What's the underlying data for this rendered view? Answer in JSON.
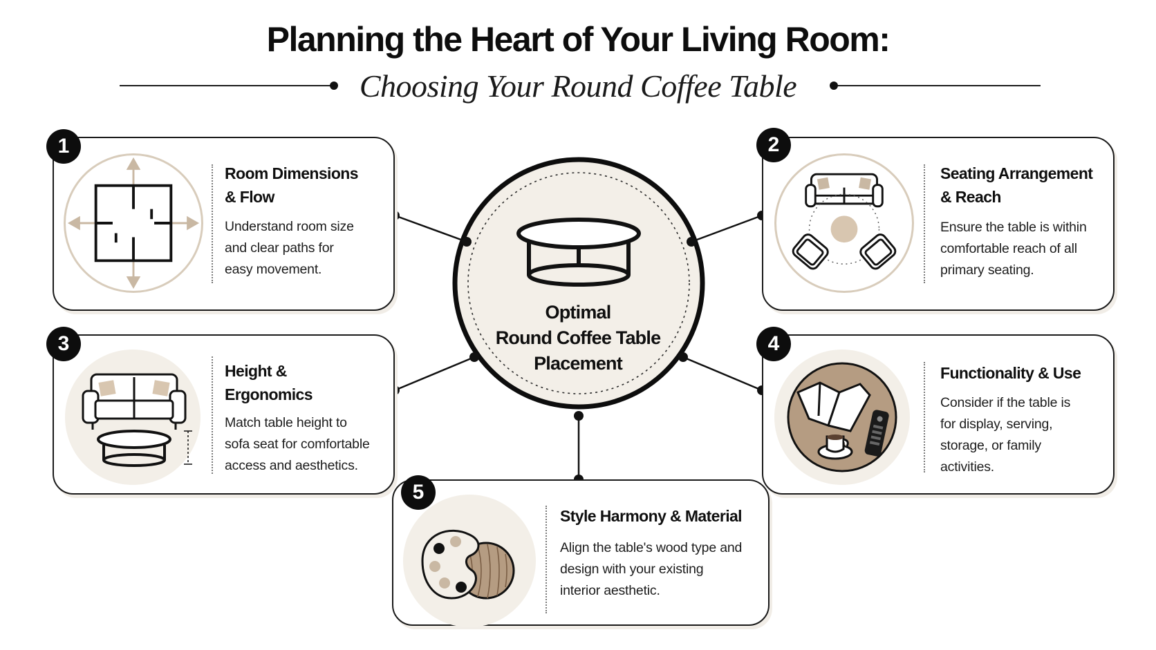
{
  "header": {
    "title": "Planning the Heart of Your Living Room:",
    "subtitle": "Choosing Your Round Coffee Table"
  },
  "center": {
    "lines": [
      "Optimal",
      "Round Coffee Table",
      "Placement"
    ],
    "icon": "round-coffee-table-icon"
  },
  "cards": [
    {
      "number": "1",
      "title_lines": [
        "Room Dimensions",
        "& Flow"
      ],
      "desc_lines": [
        "Understand room size",
        "and clear paths for",
        "easy movement."
      ],
      "icon": "floor-plan-icon"
    },
    {
      "number": "2",
      "title_lines": [
        "Seating Arrangement",
        "& Reach"
      ],
      "desc_lines": [
        "Ensure the table is within",
        "comfortable reach of all",
        "primary seating."
      ],
      "icon": "seating-layout-icon"
    },
    {
      "number": "3",
      "title_lines": [
        "Height &",
        "Ergonomics"
      ],
      "desc_lines": [
        "Match table height to",
        "sofa seat for comfortable",
        "access and aesthetics."
      ],
      "icon": "sofa-height-icon"
    },
    {
      "number": "4",
      "title_lines": [
        "Functionality & Use"
      ],
      "desc_lines": [
        "Consider if the table is",
        "for display, serving,",
        "storage, or family",
        "activities."
      ],
      "icon": "tabletop-items-icon"
    },
    {
      "number": "5",
      "title_lines": [
        "Style Harmony & Material"
      ],
      "desc_lines": [
        "Align the table's wood type and",
        "design with your existing",
        "interior aesthetic."
      ],
      "icon": "palette-wood-icon"
    }
  ],
  "colors": {
    "ink": "#111111",
    "beige": "#f3efe8",
    "tan": "#d8ccbb",
    "wood": "#b59c82"
  }
}
